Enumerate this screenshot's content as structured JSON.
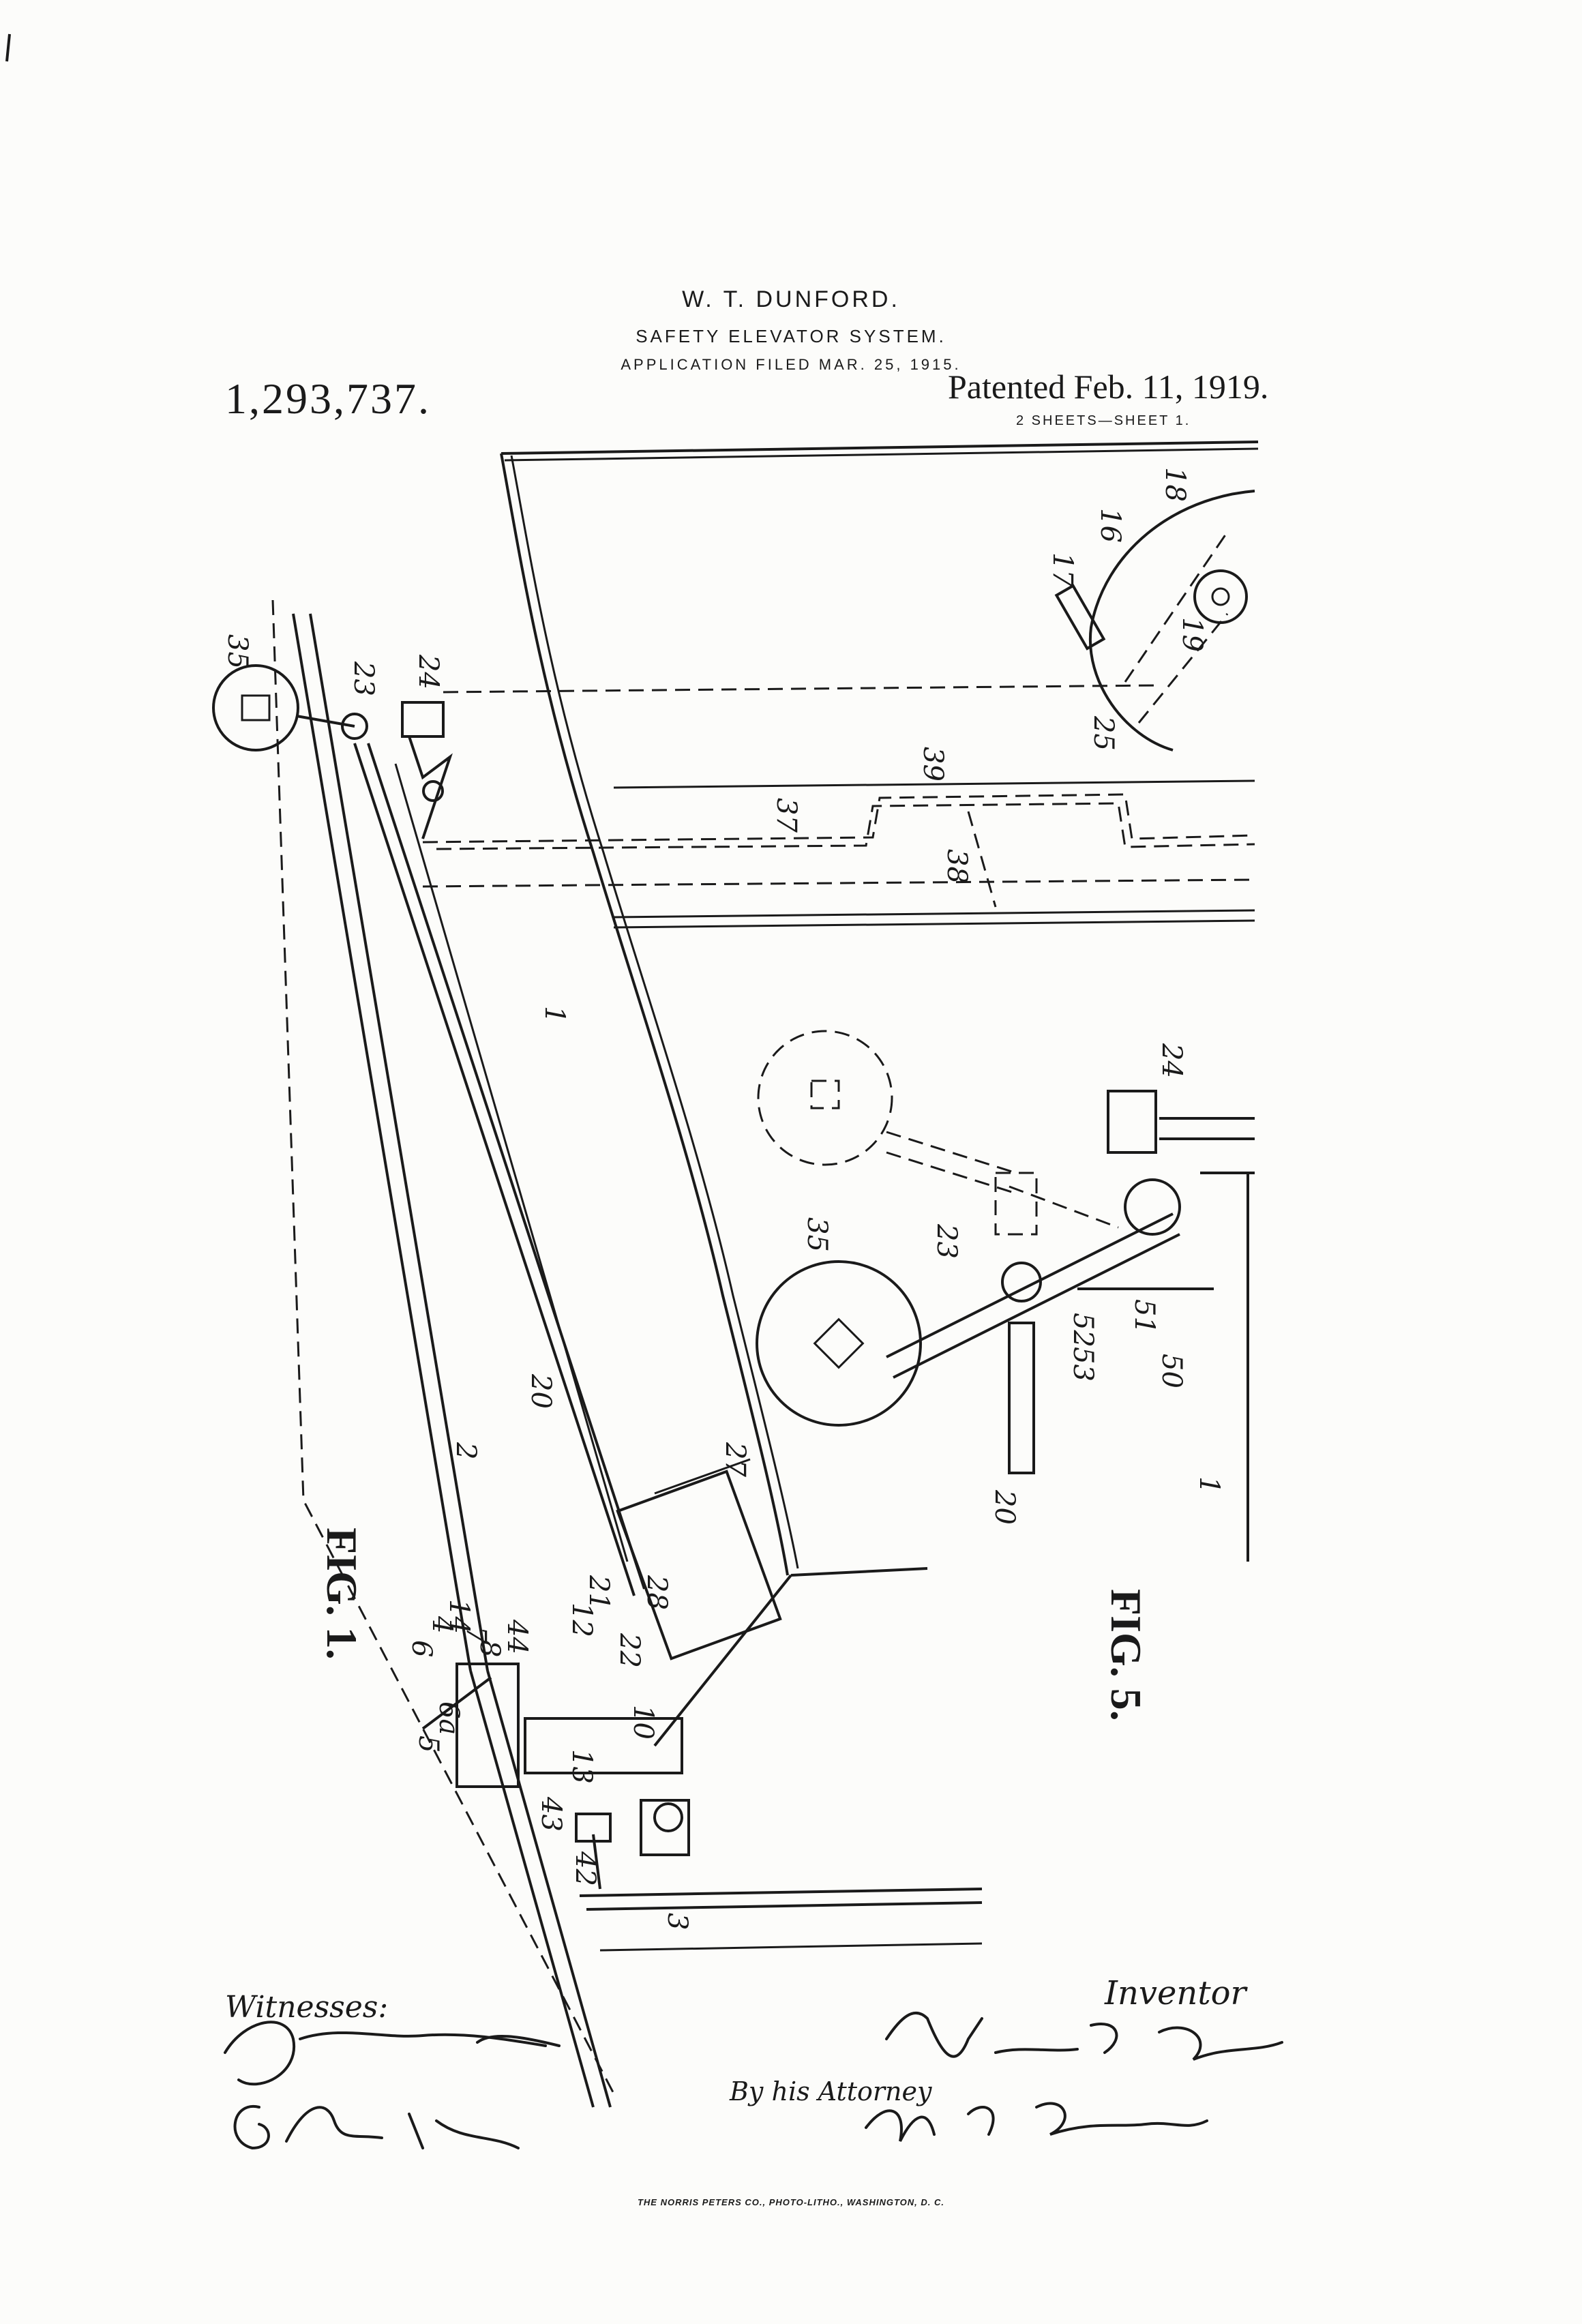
{
  "header": {
    "inventor_name": "W. T. DUNFORD.",
    "title": "SAFETY ELEVATOR SYSTEM.",
    "application": "APPLICATION FILED MAR. 25, 1915.",
    "patent_number": "1,293,737.",
    "patented": "Patented Feb. 11, 1919.",
    "sheets": "2 SHEETS—SHEET 1."
  },
  "figures": {
    "fig1_label": "FIG. 1.",
    "fig5_label": "FIG. 5.",
    "fig1_numerals": [
      "35",
      "23",
      "24",
      "17",
      "16",
      "18",
      "19",
      "25",
      "39",
      "37",
      "38",
      "1",
      "2",
      "20",
      "27",
      "28",
      "21",
      "12",
      "22",
      "14",
      "4",
      "44",
      "7",
      "8",
      "6",
      "6a",
      "5",
      "10",
      "13",
      "43",
      "42",
      "3"
    ],
    "fig5_numerals": [
      "24",
      "35",
      "23",
      "52",
      "53",
      "51",
      "50",
      "20",
      "1"
    ]
  },
  "signatures": {
    "witnesses_label": "Witnesses:",
    "witness_1": "J. Howard Breese",
    "witness_2": "G. Robert Thomas",
    "inventor_label": "Inventor",
    "inventor": "William T. Dunford",
    "by_attorney": "By his Attorney",
    "attorney": "W. F. Bissing."
  },
  "footer": "THE NORRIS PETERS CO., PHOTO-LITHO., WASHINGTON, D. C."
}
